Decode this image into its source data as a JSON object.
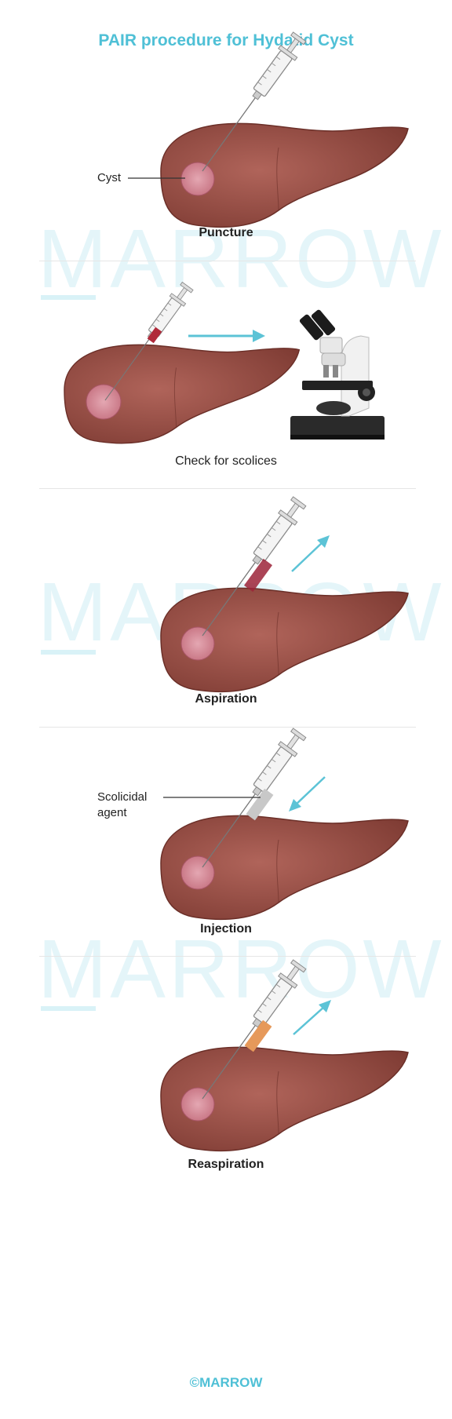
{
  "title": "PAIR procedure for Hydatid Cyst",
  "watermark": "MARROW",
  "footer": "©MARROW",
  "colors": {
    "title": "#4fc0d6",
    "liver": "#9e5147",
    "cyst": "#d58a98",
    "arrow": "#5cc3d6",
    "aspirate": "#9c2338",
    "reaspirate": "#e6995a"
  },
  "steps": [
    {
      "caption": "Puncture",
      "label": "Cyst"
    },
    {
      "caption": "Check for scolices",
      "icon": "microscope-icon"
    },
    {
      "caption": "Aspiration"
    },
    {
      "caption": "Injection",
      "label_line1": "Scolicidal",
      "label_line2": "agent"
    },
    {
      "caption": "Reaspiration"
    }
  ]
}
